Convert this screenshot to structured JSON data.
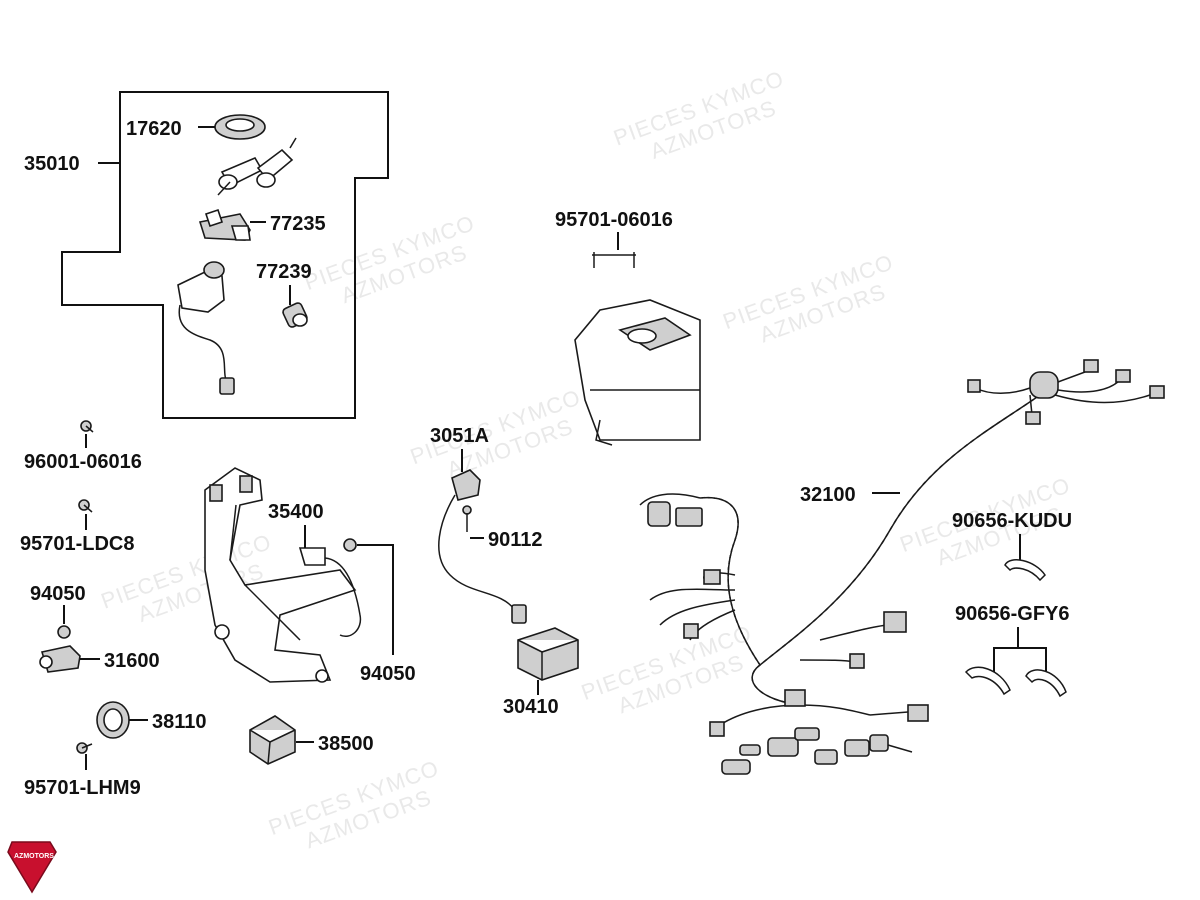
{
  "watermark": {
    "line1": "PIECES KYMCO",
    "line2": "AZMOTORS"
  },
  "logo": {
    "text": "AZMOTORS",
    "color": "#c8102e"
  },
  "parts": {
    "p17620": "17620",
    "p35010": "35010",
    "p77235": "77235",
    "p77239": "77239",
    "p96001_06016": "96001-06016",
    "p95701_ldc8": "95701-LDC8",
    "p94050_a": "94050",
    "p31600": "31600",
    "p38110": "38110",
    "p95701_lhm9": "95701-LHM9",
    "p38500": "38500",
    "p35400": "35400",
    "p94050_b": "94050",
    "p3051a": "3051A",
    "p90112": "90112",
    "p30410": "30410",
    "p95701_06016": "95701-06016",
    "p32100": "32100",
    "p90656_kudu": "90656-KUDU",
    "p90656_gfy6": "90656-GFY6"
  }
}
